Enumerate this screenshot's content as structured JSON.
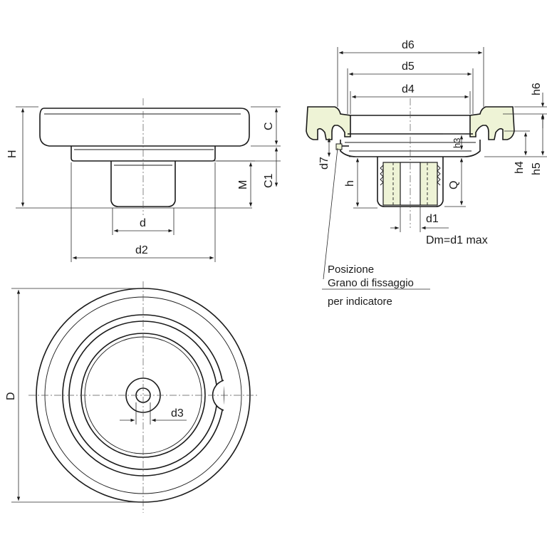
{
  "colors": {
    "line": "#1a1a1a",
    "section_fill": "#eef3d6",
    "insert_fill": "#eef3d6"
  },
  "labels": {
    "d6": "d6",
    "d5": "d5",
    "d4": "d4",
    "h6": "h6",
    "C": "C",
    "H": "H",
    "C1": "C1",
    "M": "M",
    "d": "d",
    "d2": "d2",
    "d7": "d7",
    "h3": "h3",
    "h": "h",
    "Q": "Q",
    "h4": "h4",
    "h5": "h5",
    "d1": "d1",
    "dm": "Dm=d1 max",
    "D": "D",
    "d3": "d3"
  },
  "note": {
    "line1": "Posizione",
    "line2": "Grano di fissaggio",
    "line3": "per indicatore"
  }
}
